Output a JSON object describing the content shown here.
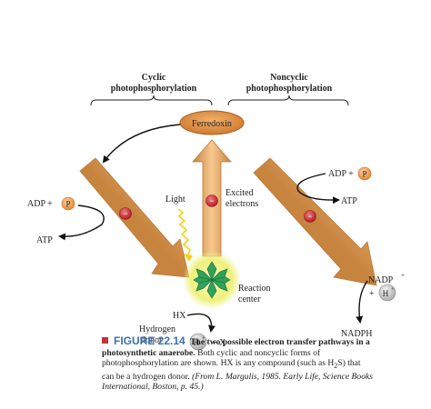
{
  "diagram": {
    "header_cyclic_line1": "Cyclic",
    "header_cyclic_line2": "photophosphorylation",
    "header_noncyclic_line1": "Noncyclic",
    "header_noncyclic_line2": "photophosphorylation",
    "ferredoxin": "Ferredoxin",
    "light": "Light",
    "excited_line1": "Excited",
    "excited_line2": "electrons",
    "adp_left": "ADP +",
    "phosphate_symbol": "P",
    "atp_left": "ATP",
    "adp_right": "ADP +",
    "atp_right": "ATP",
    "reaction_line1": "Reaction",
    "reaction_line2": "center",
    "hx": "HX",
    "hydrogen_line1": "Hydrogen",
    "hydrogen_line2": "donor",
    "h_plus": "H",
    "plus_sign": "+",
    "plus_x": "+ X",
    "nadp": "NADP",
    "plus_h_prefix": "+",
    "nadph": "NADPH",
    "electron_symbol": "e",
    "minus_sign": "−"
  },
  "caption": {
    "figure_label": "FIGURE 22.14",
    "title": "The two possible electron transfer pathways in a photosynthetic anaerobe.",
    "body_part1": "Both cyclic and noncyclic forms of photophosphorylation are shown. HX is any compound (such as H",
    "body_sub": "2",
    "body_part2": "S) that can be a hydrogen donor.",
    "credit": "(From L. Margulis, 1985. Early Life, Science Books International, Boston, p. 45.)"
  },
  "colors": {
    "arrow_light": "#f4c58e",
    "arrow_dark": "#c88a4a",
    "ferredoxin_fill": "#d98a3e",
    "electron_red": "#c8303a",
    "phosphate_orange": "#f0a255",
    "light_zigzag": "#f2d21a",
    "reaction_green": "#2fa35a",
    "glow_yellow": "#eef07a",
    "ion_grey": "#c9c9c9",
    "caption_blue": "#3d6fb0"
  }
}
